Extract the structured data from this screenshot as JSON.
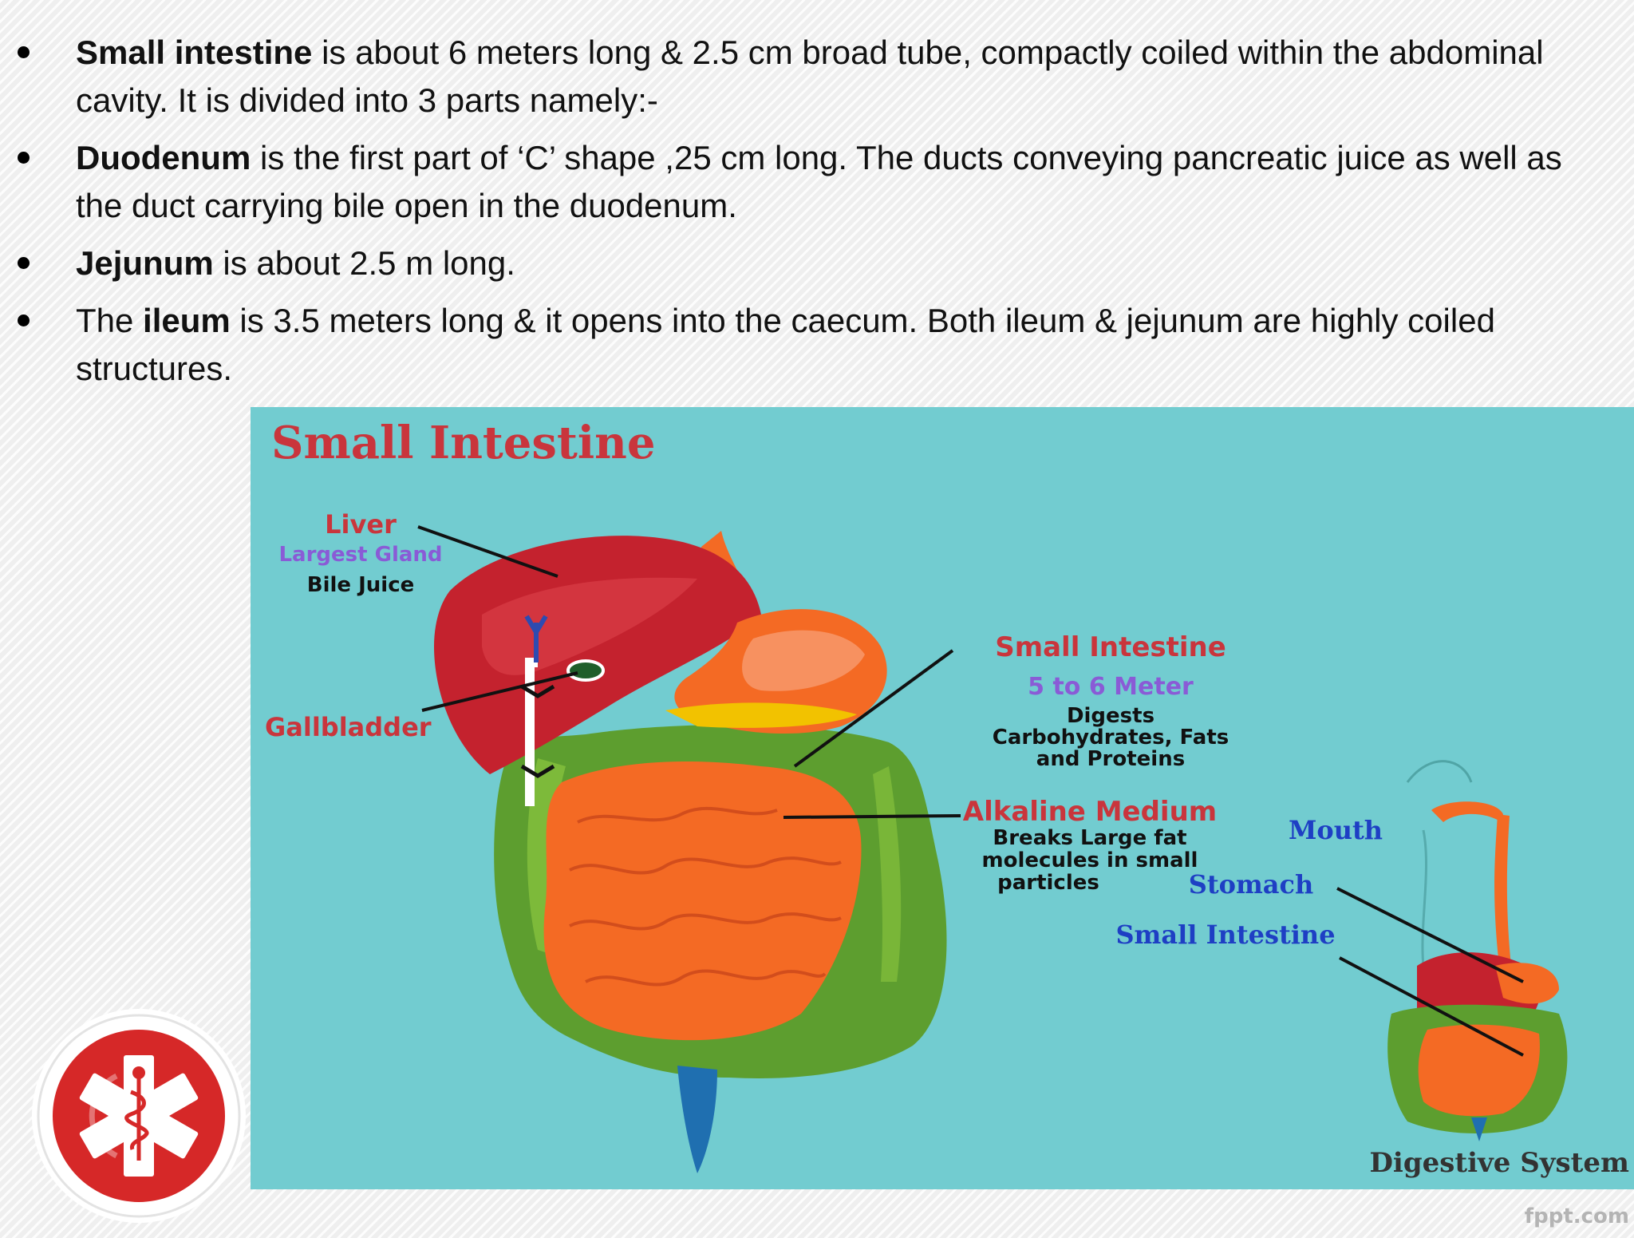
{
  "bullets": [
    {
      "bold": "Small intestine",
      "pre": "",
      "text": " is about 6 meters long & 2.5 cm broad tube, compactly coiled within the abdominal cavity. It is divided into 3 parts namely:-"
    },
    {
      "bold": "Duodenum",
      "pre": "",
      "text": " is  the first part of ‘C’ shape ,25 cm long. The ducts conveying pancreatic juice as well as the duct carrying bile open in the duodenum."
    },
    {
      "bold": "Jejunum",
      "pre": "",
      "text": " is about 2.5 m long."
    },
    {
      "bold": "ileum",
      "pre": "The ",
      "text": " is 3.5 meters long & it opens into the caecum. Both ileum & jejunum are highly coiled structures."
    }
  ],
  "diagram": {
    "title": "Small Intestine",
    "liver": {
      "name": "Liver",
      "sub1": "Largest Gland",
      "sub2": "Bile Juice"
    },
    "gallbladder": "Gallbladder",
    "small_intestine": {
      "name": "Small Intestine",
      "length": "5 to 6 Meter",
      "d1": "Digests",
      "d2": "Carbohydrates, Fats",
      "d3": "and Proteins"
    },
    "alkaline": {
      "name": "Alkaline Medium",
      "d1": "Breaks Large fat",
      "d2": "molecules in small",
      "d3": "particles"
    },
    "inset": {
      "mouth": "Mouth",
      "stomach": "Stomach",
      "small_intestine": "Small Intestine",
      "caption": "Digestive System"
    }
  },
  "footer": {
    "brand": "fppt.com"
  },
  "colors": {
    "panel": "#72ccd0",
    "liver": "#c4222e",
    "intestine": "#f46a24",
    "colon": "#5d9e2f",
    "label_red": "#c9353c",
    "label_purple": "#8a5bd6",
    "label_blue": "#1e3fc4"
  },
  "icons": [
    "medical-star-of-life-icon"
  ]
}
